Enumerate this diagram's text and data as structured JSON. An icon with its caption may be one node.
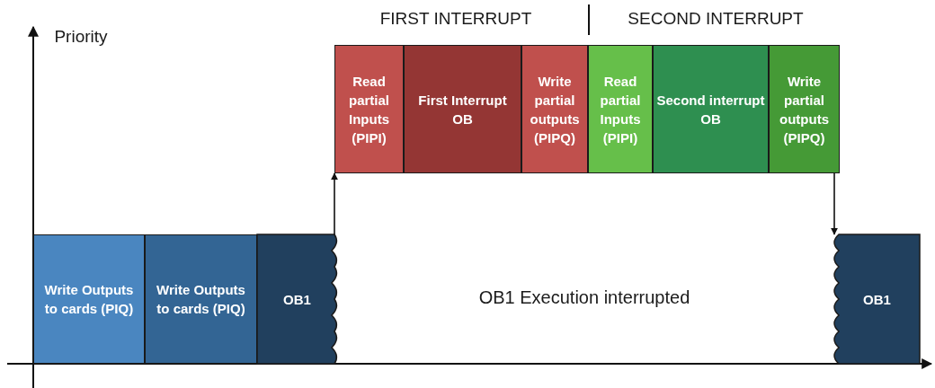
{
  "diagram": {
    "nodes": [
      {
        "text": [
          "Write Outputs to cards (PIQ)"
        ]
      },
      {
        "text": [
          "Write Outputs to cards (PIQ)"
        ]
      },
      {
        "text": [
          "OB1"
        ]
      },
      {
        "text": [
          "Read partial Inputs (PIPI)"
        ]
      },
      {
        "text": [
          "First Interrupt OB"
        ]
      },
      {
        "text": [
          "Write partial outputs (PIPQ)"
        ]
      },
      {
        "text": [
          "Read partial Inputs (PIPI)"
        ]
      },
      {
        "text": [
          "Second interrupt OB"
        ]
      },
      {
        "text": [
          "Write partial outputs (PIPQ)"
        ]
      },
      {
        "text": [
          "OB1"
        ]
      }
    ],
    "edges": [
      {
        "from": 2,
        "to": 3,
        "arrow": "to"
      },
      {
        "from": 8,
        "to": 9,
        "arrow": "to"
      }
    ],
    "labels": [
      "Priority",
      "FIRST INTERRUPT",
      "SECOND INTERRUPT",
      "OB1 Execution interrupted"
    ]
  }
}
